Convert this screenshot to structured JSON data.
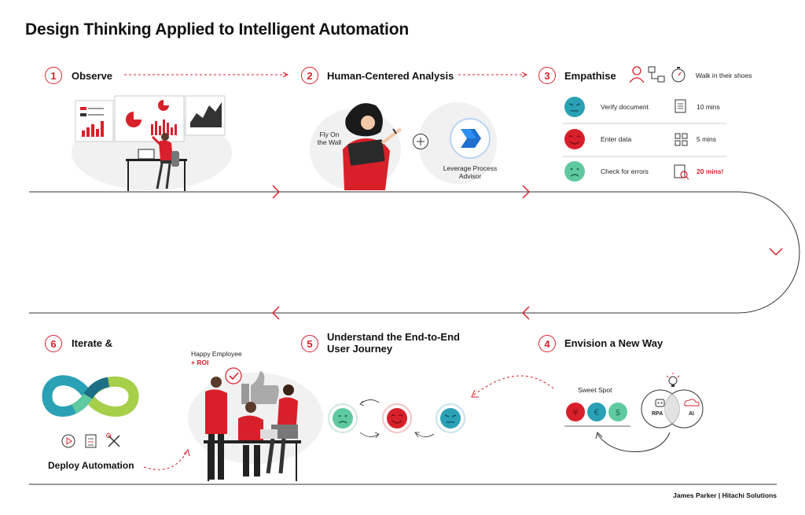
{
  "title": "Design Thinking Applied to Intelligent Automation",
  "steps": [
    {
      "num": "1",
      "title": "Observe"
    },
    {
      "num": "2",
      "title": "Human-Centered Analysis"
    },
    {
      "num": "3",
      "title": "Empathise"
    },
    {
      "num": "4",
      "title": "Envision a New Way"
    },
    {
      "num": "5",
      "title_line1": "Understand the End-to-End",
      "title_line2": "User Journey"
    },
    {
      "num": "6",
      "title": "Iterate &"
    }
  ],
  "step2": {
    "fly_line1": "Fly On",
    "fly_line2": "the Wall",
    "leverage_line1": "Leverage Process",
    "leverage_line2": "Advisor"
  },
  "step3": {
    "walk": "Walk in their shoes",
    "rows": [
      {
        "task": "Verify document",
        "time": "10 mins",
        "mood": "neutral",
        "color": "#2aa1b5"
      },
      {
        "task": "Enter data",
        "time": "5 mins",
        "mood": "happy",
        "color": "#d8202a"
      },
      {
        "task": "Check for errors",
        "time": "20 mins!",
        "mood": "sad",
        "color": "#5fc9a0"
      }
    ]
  },
  "step4": {
    "sweet_spot": "Sweet Spot",
    "rpa": "RPA",
    "ai": "AI"
  },
  "step6": {
    "happy": "Happy Employee",
    "roi": "+ ROI",
    "deploy": "Deploy Automation"
  },
  "footer": "James Parker | Hitachi Solutions",
  "colors": {
    "accent": "#d8202a",
    "teal": "#2aa1b5",
    "green": "#5fc9a0",
    "blue": "#1e6fd0"
  }
}
